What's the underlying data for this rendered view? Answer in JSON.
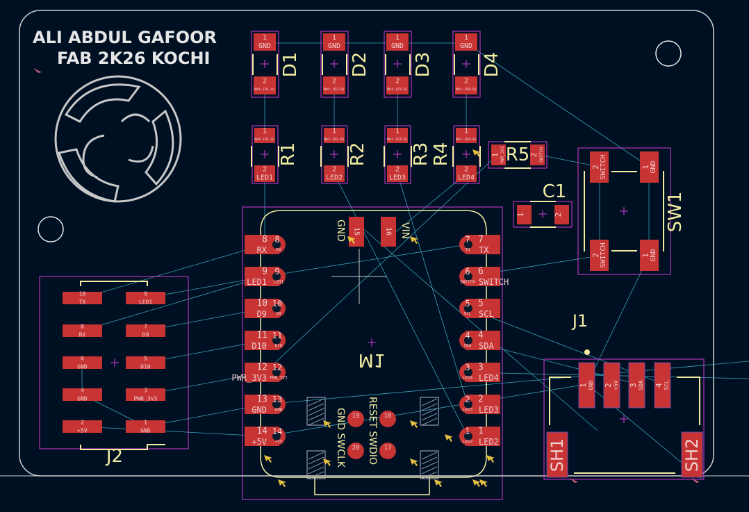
{
  "title_lines": [
    "ALI ABDUL GAFOOR",
    "FAB 2K26 KOCHI"
  ],
  "colors": {
    "background": "#001023",
    "board_edge": "#d0d0d0",
    "pad": "#c83434",
    "pad_text": "#f3d0d0",
    "silkscreen": "#f2eda1",
    "courtyard": "#d43cd4",
    "ratsnest": "#3aa3b8"
  },
  "leds": [
    {
      "ref": "D1",
      "pad1": {
        "num": "1",
        "net": "GND"
      },
      "pad2": {
        "num": "2",
        "net": "Net-(D1-A)"
      }
    },
    {
      "ref": "D2",
      "pad1": {
        "num": "1",
        "net": "GND"
      },
      "pad2": {
        "num": "2",
        "net": "Net-(D2-A)"
      }
    },
    {
      "ref": "D3",
      "pad1": {
        "num": "1",
        "net": "GND"
      },
      "pad2": {
        "num": "2",
        "net": "Net-(D3-A)"
      }
    },
    {
      "ref": "D4",
      "pad1": {
        "num": "1",
        "net": "GND"
      },
      "pad2": {
        "num": "2",
        "net": "Net-(D4-A)"
      }
    }
  ],
  "resistors": [
    {
      "ref": "R1",
      "pad1": {
        "num": "1",
        "net": "Net-(D1-A)"
      },
      "pad2": {
        "num": "2",
        "net": "LED1"
      }
    },
    {
      "ref": "R2",
      "pad1": {
        "num": "1",
        "net": "Net-(D2-A)"
      },
      "pad2": {
        "num": "2",
        "net": "LED2"
      }
    },
    {
      "ref": "R3",
      "pad1": {
        "num": "1",
        "net": "Net-(D3-A)"
      },
      "pad2": {
        "num": "2",
        "net": "LED3"
      }
    },
    {
      "ref": "R4",
      "pad1": {
        "num": "1",
        "net": "Net-(D4-A)"
      },
      "pad2": {
        "num": "2",
        "net": "LED4"
      }
    }
  ],
  "r5": {
    "ref": "R5",
    "pad1": {
      "num": "1",
      "net": "PWR_3V3"
    },
    "pad2": {
      "num": "2",
      "net": "SWITCH"
    }
  },
  "c1": {
    "ref": "C1",
    "pad1": {
      "num": "1"
    },
    "pad2": {
      "num": "2"
    }
  },
  "sw1": {
    "ref": "SW1",
    "pads": [
      {
        "num": "2",
        "net": "SWITCH"
      },
      {
        "num": "1",
        "net": "GND"
      },
      {
        "num": "2",
        "net": "SWITCH"
      },
      {
        "num": "1",
        "net": "GND"
      }
    ]
  },
  "m1": {
    "ref": "M1",
    "left_pads": [
      {
        "num": "8",
        "net": "RX"
      },
      {
        "num": "9",
        "net": "LED1"
      },
      {
        "num": "10",
        "net": "D9"
      },
      {
        "num": "11",
        "net": "D10"
      },
      {
        "num": "12",
        "net": "PWR_3V3"
      },
      {
        "num": "13",
        "net": "GND"
      },
      {
        "num": "14",
        "net": "+5V"
      }
    ],
    "right_pads": [
      {
        "num": "7",
        "net": "TX"
      },
      {
        "num": "6",
        "net": "SWITCH"
      },
      {
        "num": "5",
        "net": "SCL"
      },
      {
        "num": "4",
        "net": "SDA"
      },
      {
        "num": "3",
        "net": "LED4"
      },
      {
        "num": "2",
        "net": "LED3"
      },
      {
        "num": "1",
        "net": "LED2"
      }
    ],
    "top_pads": [
      {
        "num": "15",
        "net": "GND"
      },
      {
        "num": "16",
        "net": "VIN"
      }
    ],
    "bottom_pads": [
      {
        "num": "19"
      },
      {
        "num": "18"
      },
      {
        "num": "20"
      },
      {
        "num": "17"
      }
    ],
    "bottom_labels": [
      "GND SWCLK",
      "RESET SWDIO"
    ]
  },
  "j2": {
    "ref": "J2",
    "left_pads": [
      {
        "num": "10",
        "net": "TX"
      },
      {
        "num": "8",
        "net": "RX"
      },
      {
        "num": "6",
        "net": "GND"
      },
      {
        "num": "4",
        "net": "GND"
      },
      {
        "num": "2",
        "net": "+5V"
      }
    ],
    "right_pads": [
      {
        "num": "9",
        "net": "LED1"
      },
      {
        "num": "7",
        "net": "D9"
      },
      {
        "num": "5",
        "net": "D10"
      },
      {
        "num": "3",
        "net": "PWR_3V3"
      },
      {
        "num": "1",
        "net": "GND"
      }
    ]
  },
  "j1": {
    "ref": "J1",
    "pads": [
      {
        "num": "1",
        "net": "GND"
      },
      {
        "num": "2",
        "net": "+5V"
      },
      {
        "num": "3",
        "net": "SDA"
      },
      {
        "num": "4",
        "net": "SCL"
      }
    ],
    "shields": [
      "SH1",
      "SH2"
    ]
  }
}
